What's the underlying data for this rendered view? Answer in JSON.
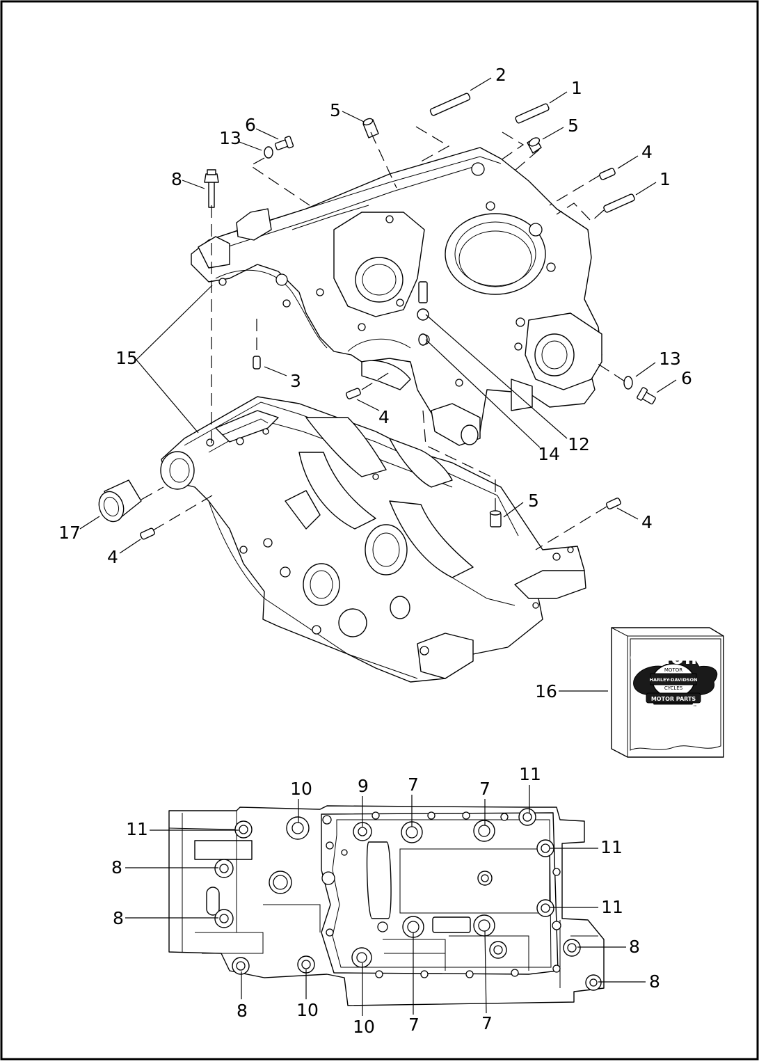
{
  "callouts_exploded": [
    {
      "label": "2"
    },
    {
      "label": "1"
    },
    {
      "label": "5"
    },
    {
      "label": "5"
    },
    {
      "label": "4"
    },
    {
      "label": "1"
    },
    {
      "label": "6"
    },
    {
      "label": "13"
    },
    {
      "label": "8"
    },
    {
      "label": "15"
    },
    {
      "label": "3"
    },
    {
      "label": "4"
    },
    {
      "label": "13"
    },
    {
      "label": "6"
    },
    {
      "label": "12"
    },
    {
      "label": "14"
    },
    {
      "label": "5"
    },
    {
      "label": "4"
    },
    {
      "label": "17"
    },
    {
      "label": "4"
    },
    {
      "label": "16"
    }
  ],
  "callouts_bottom": [
    {
      "label": "10"
    },
    {
      "label": "9"
    },
    {
      "label": "7"
    },
    {
      "label": "7"
    },
    {
      "label": "11"
    },
    {
      "label": "11"
    },
    {
      "label": "11"
    },
    {
      "label": "8"
    },
    {
      "label": "11"
    },
    {
      "label": "8"
    },
    {
      "label": "8"
    },
    {
      "label": "8"
    },
    {
      "label": "8"
    },
    {
      "label": "10"
    },
    {
      "label": "10"
    },
    {
      "label": "7"
    },
    {
      "label": "7"
    }
  ],
  "kit_logo": {
    "top_text": "GENUINE",
    "brand_text": "HARLEY-DAVIDSON",
    "motor_text": "MOTOR",
    "cycles_text": "CYCLES",
    "bottom_text": "MOTOR PARTS",
    "tm": "™"
  }
}
